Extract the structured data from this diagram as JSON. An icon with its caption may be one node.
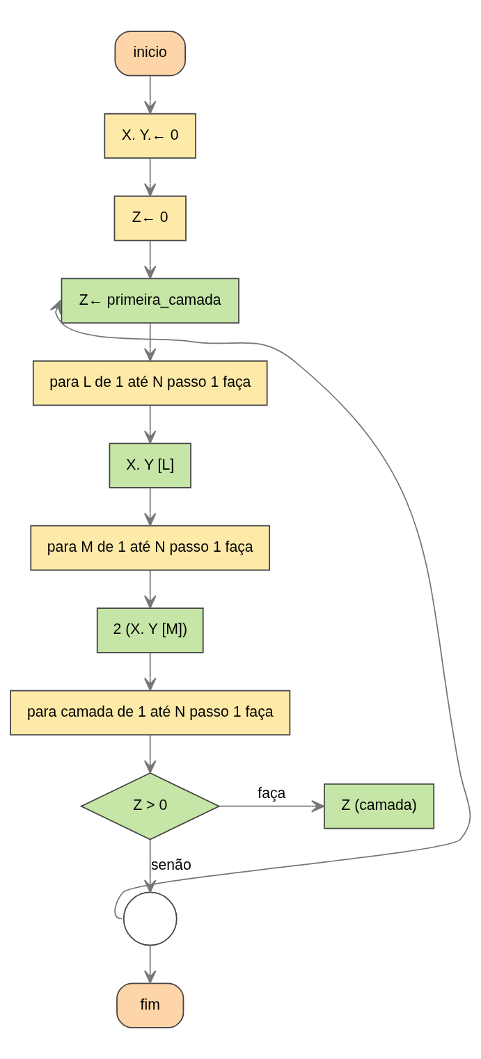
{
  "diagram": {
    "nodes": [
      {
        "text": [
          "inicio"
        ]
      },
      {
        "text": [
          "X. Y.← 0"
        ]
      },
      {
        "text": [
          "Z← 0"
        ]
      },
      {
        "text": [
          "Z← primeira_camada"
        ]
      },
      {
        "text": [
          "para L de 1 até N passo 1 faça"
        ]
      },
      {
        "text": [
          "X. Y [L]"
        ]
      },
      {
        "text": [
          "para M de 1 até N passo 1 faça"
        ]
      },
      {
        "text": [
          "2 (X. Y [M])"
        ]
      },
      {
        "text": [
          "para camada de 1 até N passo 1 faça"
        ]
      },
      {
        "text": [
          "Z > 0"
        ]
      },
      {
        "text": [
          "Z (camada)"
        ]
      },
      {
        "text": [],
        "shape": "circle"
      },
      {
        "text": [
          "fim"
        ]
      }
    ],
    "edges": [
      {
        "from": 0,
        "to": 1,
        "arrow": "to"
      },
      {
        "from": 1,
        "to": 2,
        "arrow": "to"
      },
      {
        "from": 2,
        "to": 3,
        "arrow": "to"
      },
      {
        "from": 3,
        "to": 4,
        "arrow": "to"
      },
      {
        "from": 4,
        "to": 5,
        "arrow": "to"
      },
      {
        "from": 5,
        "to": 6,
        "arrow": "to"
      },
      {
        "from": 6,
        "to": 7,
        "arrow": "to"
      },
      {
        "from": 7,
        "to": 8,
        "arrow": "to"
      },
      {
        "from": 8,
        "to": 9,
        "arrow": "to"
      },
      {
        "from": 9,
        "to": 10,
        "arrow": "to",
        "label": "faça"
      },
      {
        "from": 9,
        "to": 11,
        "arrow": "to",
        "label": "senão"
      },
      {
        "from": 11,
        "to": 3,
        "arrow": "to"
      },
      {
        "from": 11,
        "to": 12,
        "arrow": "to"
      }
    ]
  }
}
